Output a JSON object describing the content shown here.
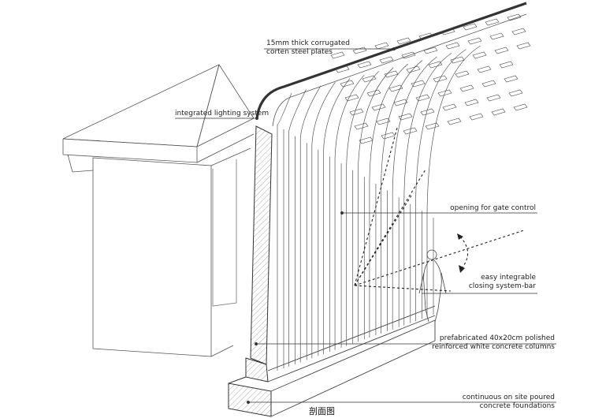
{
  "annotations": {
    "steel_plates": [
      "15mm thick corrugated",
      "corten steel plates"
    ],
    "lighting": "integrated lighting system",
    "gate_opening": "opening for gate control",
    "closing_bar": [
      "easy integrable",
      "closing system-bar"
    ],
    "columns": [
      "prefabricated 40x20cm polished",
      "reinforced white concrete columns"
    ],
    "foundations": [
      "continuous on site poured",
      "concrete foundations"
    ]
  },
  "caption": "剖面图",
  "colors": {
    "line": "#333333",
    "roof": "#555555",
    "hatch": "#888888"
  }
}
